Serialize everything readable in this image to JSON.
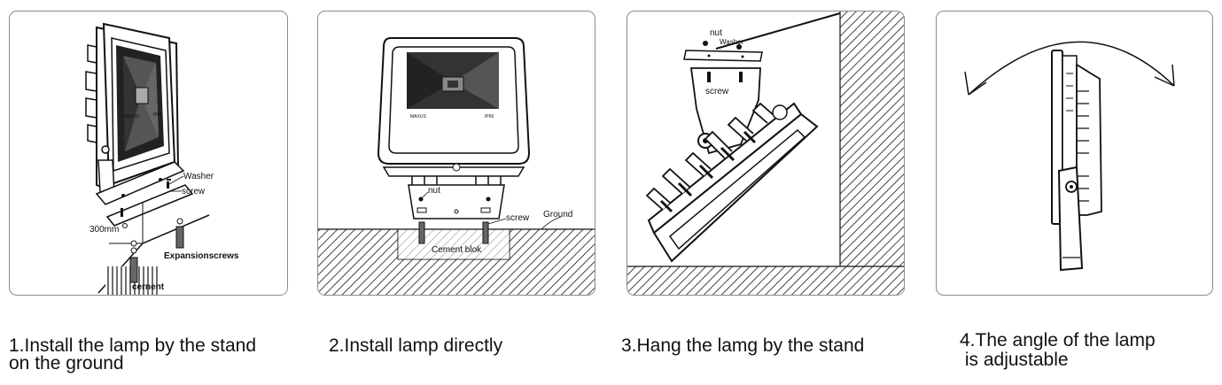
{
  "steps": [
    {
      "caption_line1": "1.Install  the lamp by the stand",
      "caption_line2": "on the ground",
      "labels": {
        "washer": "Washer",
        "screw": "screw",
        "distance": "300mm",
        "expansion": "Expansionscrews",
        "cement": "cernent",
        "brand": "MAXUS",
        "rating": "IP65"
      }
    },
    {
      "caption_line1": "2.Install lamp directly",
      "labels": {
        "nut": "nut",
        "screw": "screw",
        "ground": "Ground",
        "cement_block": "Cement blok",
        "brand": "MAXUS",
        "rating": "IP65"
      }
    },
    {
      "caption_line1": "3.Hang the lamg by the stand",
      "labels": {
        "nut": "nut",
        "washer": "Washer",
        "screw": "screw"
      }
    },
    {
      "caption_line1": "4.The angle of the lamp",
      "caption_line2": " is adjustable",
      "labels": {}
    }
  ]
}
